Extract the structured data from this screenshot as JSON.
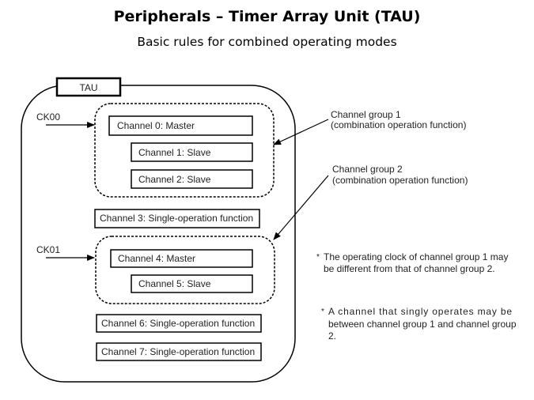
{
  "slide": {
    "title": "Peripherals – Timer Array Unit (TAU)",
    "subtitle": "Basic rules for combined operating modes"
  },
  "diagram": {
    "unit_label": "TAU",
    "clocks": [
      "CK00",
      "CK01"
    ],
    "channels": [
      "Channel 0: Master",
      "Channel 1: Slave",
      "Channel 2: Slave",
      "Channel 3: Single-operation function",
      "Channel 4: Master",
      "Channel 5: Slave",
      "Channel 6: Single-operation function",
      "Channel 7: Single-operation function"
    ],
    "groups": [
      {
        "name": "Channel group 1",
        "desc": "(combination operation function)"
      },
      {
        "name": "Channel group 2",
        "desc": "(combination operation function)"
      }
    ],
    "notes": [
      {
        "bullet": "*",
        "lines": [
          "The operating clock of channel group 1 may",
          "be different from that of channel group 2."
        ]
      },
      {
        "bullet": "*",
        "lines": [
          "A channel that singly operates may be",
          "between channel group 1 and channel group",
          "2."
        ]
      }
    ]
  }
}
